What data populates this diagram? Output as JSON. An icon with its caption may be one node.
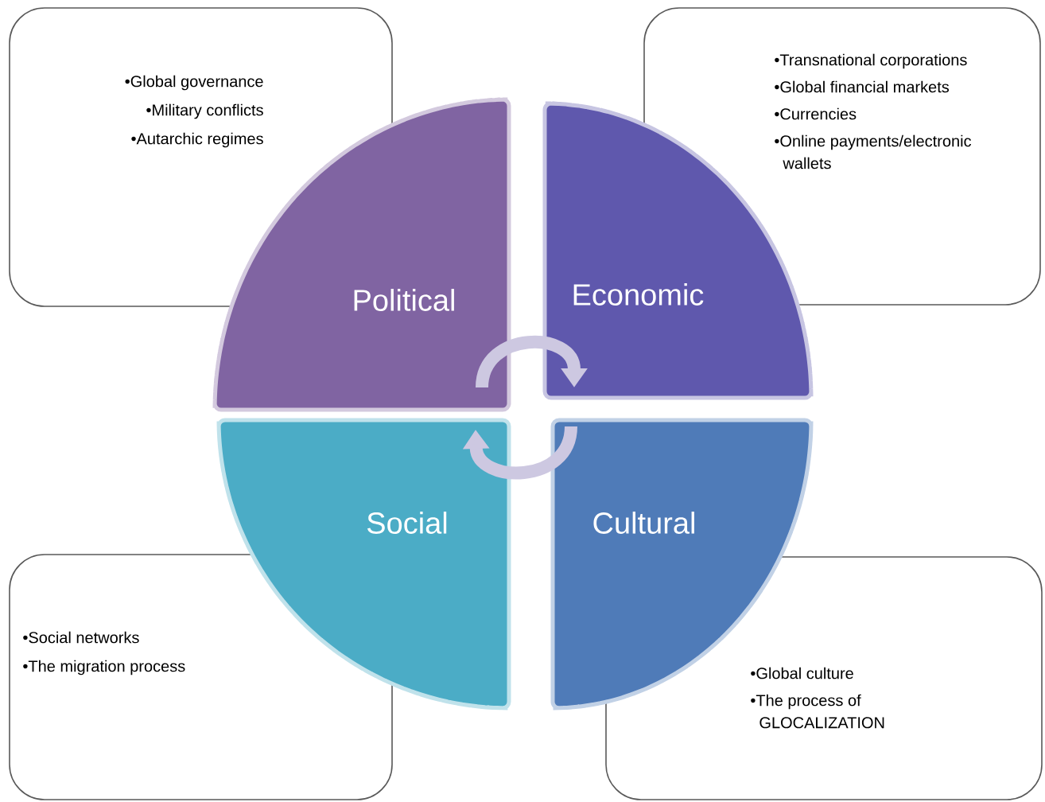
{
  "diagram": {
    "nodes": [
      {
        "text": [
          "•Global governance",
          "•Military conflicts",
          "•Autarchic regimes"
        ]
      },
      {
        "text": [
          "•Transnational corporations",
          "•Global financial markets",
          "•Currencies",
          "•Online payments/electronic wallets"
        ]
      },
      {
        "text": [
          "Political"
        ]
      },
      {
        "text": [
          "Economic"
        ]
      },
      {
        "text": [
          "Social"
        ]
      },
      {
        "text": [
          "Cultural"
        ]
      },
      {
        "text": [
          "•Social networks",
          "•The migration process"
        ]
      },
      {
        "text": [
          "•Global culture",
          "•The process of GLOCALIZATION"
        ]
      }
    ],
    "edges": [
      {
        "from": 2,
        "to": 3,
        "arrow": "to"
      },
      {
        "from": 5,
        "to": 4,
        "arrow": "to"
      }
    ]
  }
}
